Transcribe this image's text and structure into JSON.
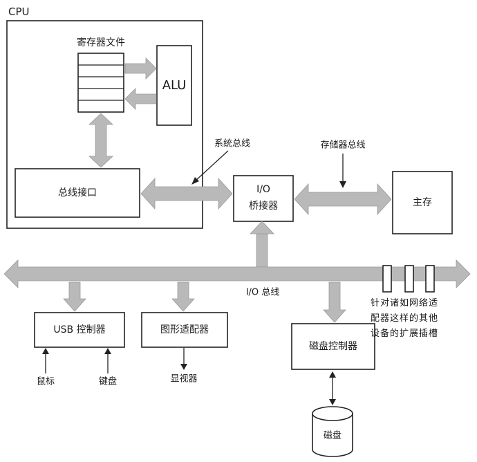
{
  "labels": {
    "cpu": "CPU",
    "register_file": "寄存器文件",
    "alu": "ALU",
    "system_bus": "系统总线",
    "memory_bus": "存储器总线",
    "bus_interface": "总线接口",
    "io_bridge_line1": "I/O",
    "io_bridge_line2": "桥接器",
    "main_memory": "主存",
    "io_bus": "I/O 总线",
    "usb_controller": "USB 控制器",
    "graphics_adapter": "图形适配器",
    "disk_controller": "磁盘控制器",
    "mouse": "鼠标",
    "keyboard": "键盘",
    "monitor": "显视器",
    "disk": "磁盘"
  },
  "expansion_note": [
    "针对诸如网络适",
    "配器这样的其他",
    "设备的扩展插槽"
  ],
  "colors": {
    "arrow_fill": "#b9b9b9",
    "stroke": "#222222"
  }
}
